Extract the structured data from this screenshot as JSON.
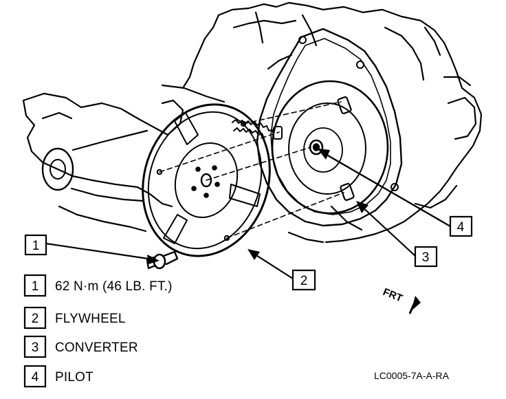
{
  "callouts": [
    {
      "number": "1"
    },
    {
      "number": "2"
    },
    {
      "number": "3"
    },
    {
      "number": "4"
    }
  ],
  "legend": [
    {
      "number": "1",
      "text": "62 N·m (46 LB. FT.)"
    },
    {
      "number": "2",
      "text": "FLYWHEEL"
    },
    {
      "number": "3",
      "text": "CONVERTER"
    },
    {
      "number": "4",
      "text": "PILOT"
    }
  ],
  "direction_label": "FRT",
  "figure_code": "LC0005-7A-A-RA",
  "colors": {
    "ink": "#000000",
    "background": "#ffffff"
  }
}
